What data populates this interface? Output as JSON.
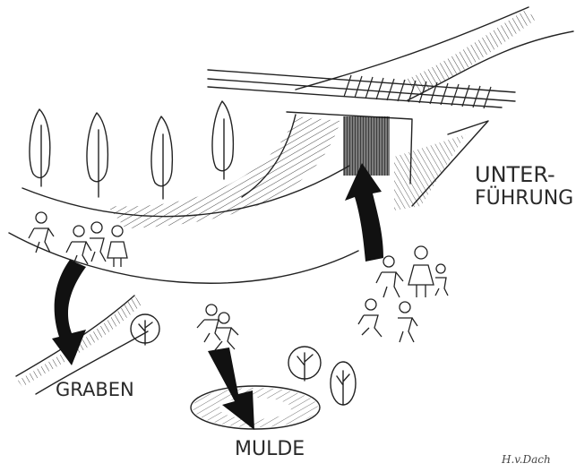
{
  "labels": {
    "unter": "UNTER-",
    "fuehrung": "FÜHRUNG",
    "graben": "GRABEN",
    "mulde": "MULDE",
    "signature": "H.v.Dach"
  },
  "colors": {
    "ink": "#222222",
    "arrow": "#111111",
    "background": "#ffffff"
  }
}
